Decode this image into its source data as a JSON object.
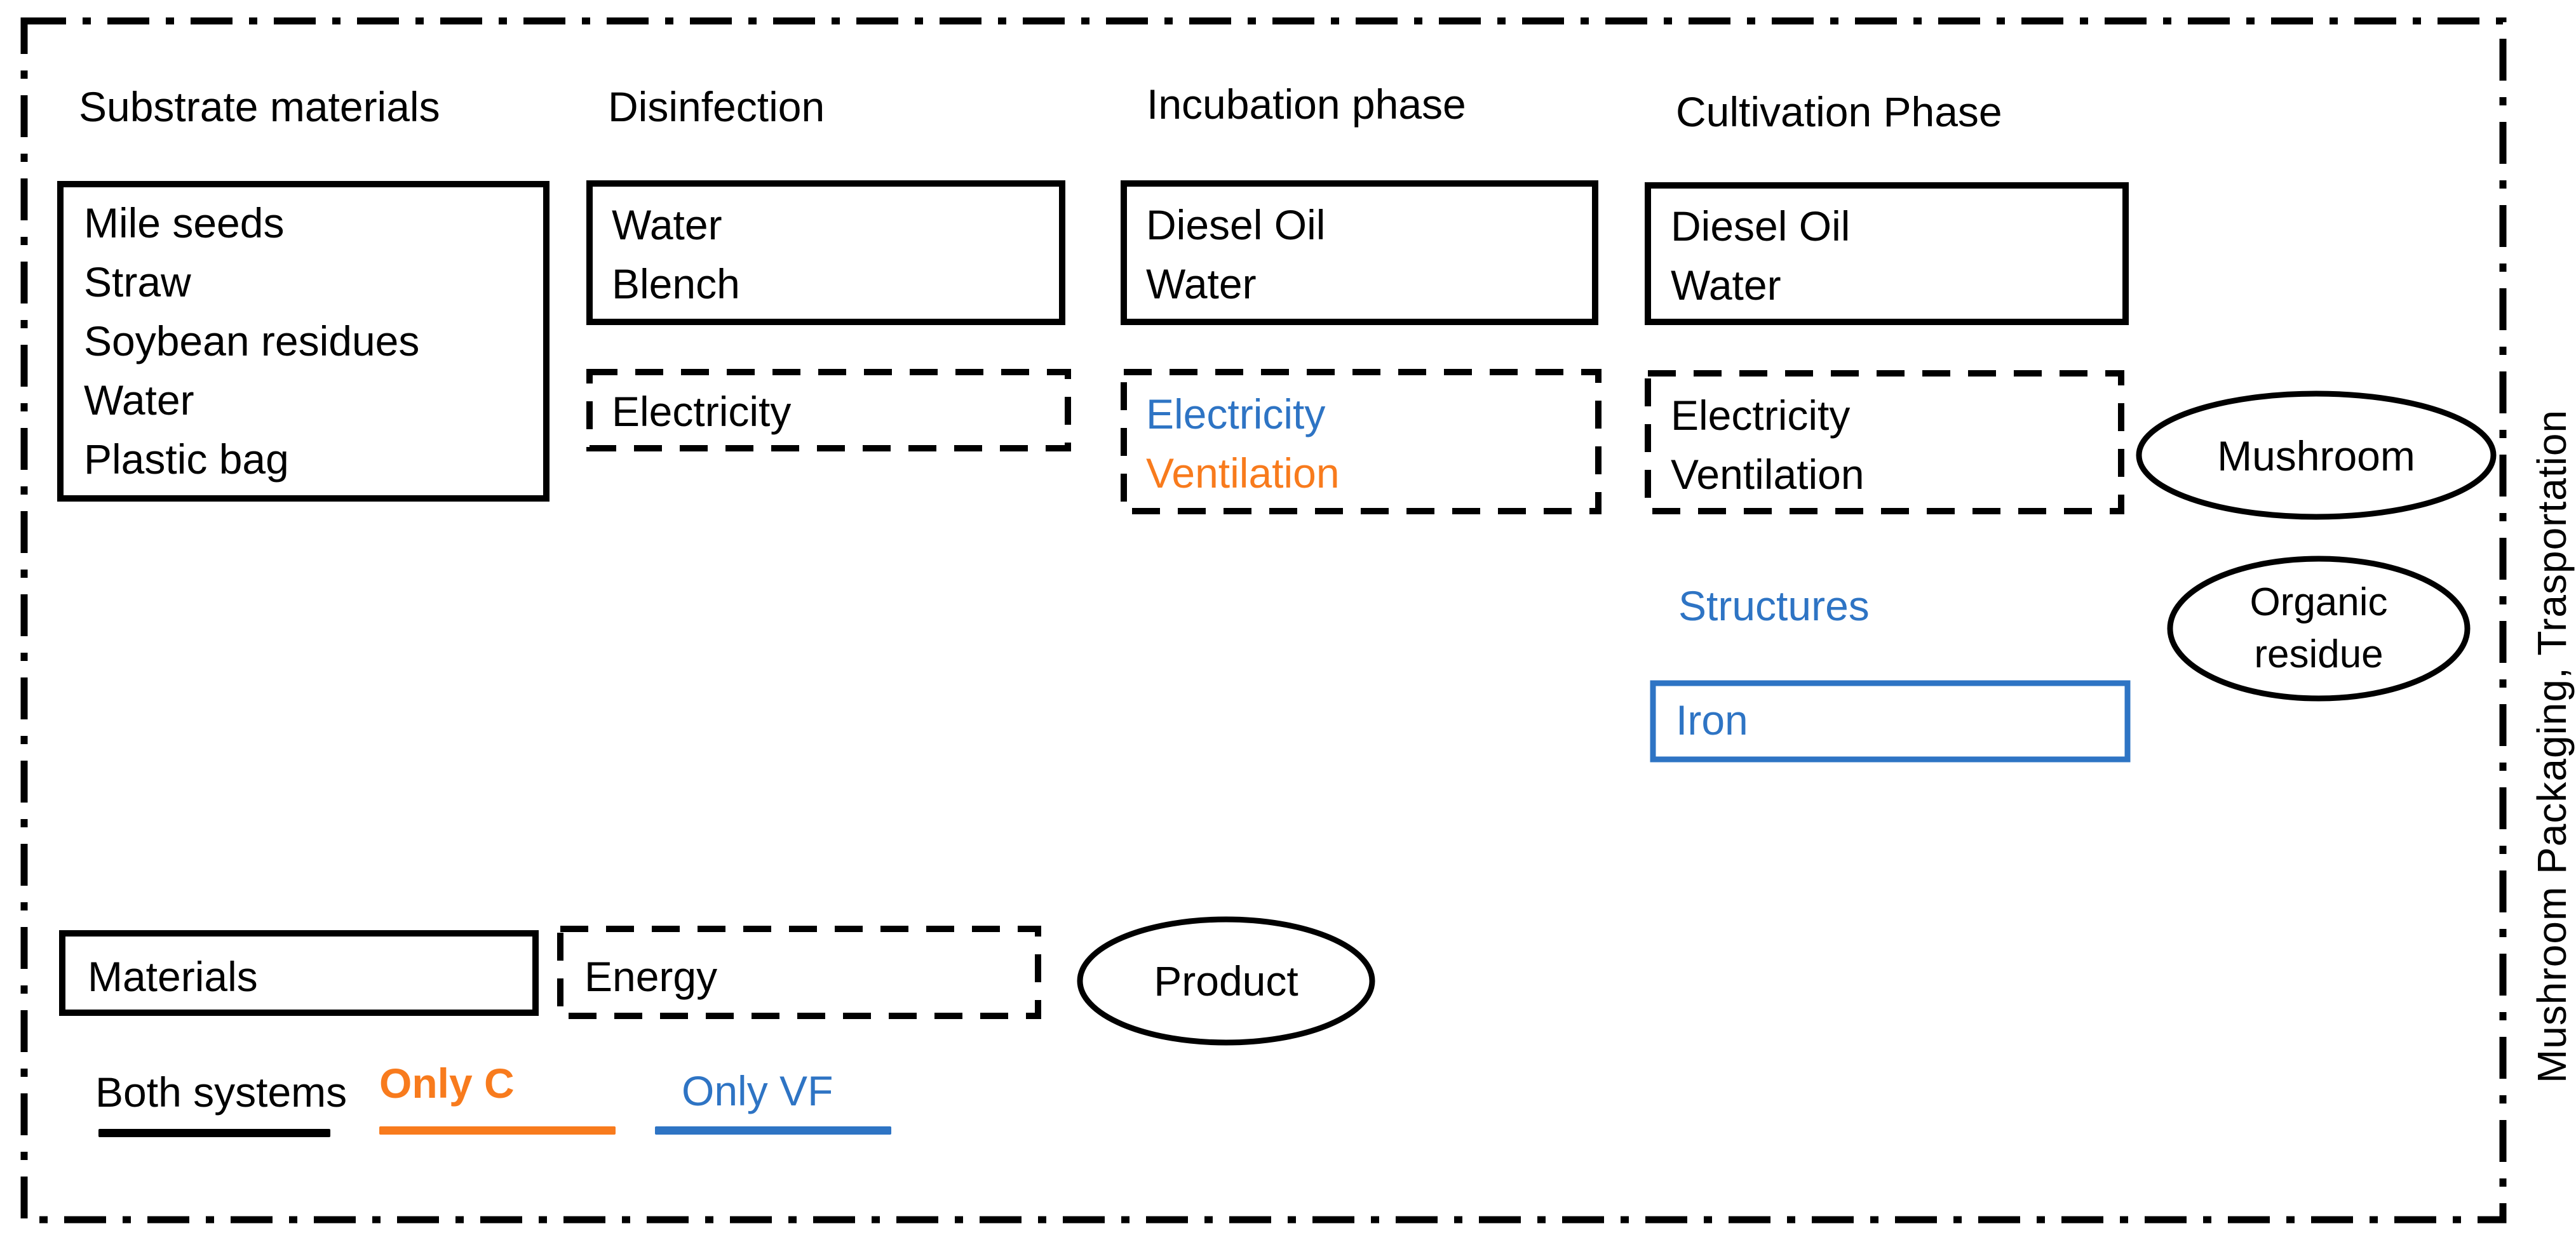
{
  "colors": {
    "blue": "#2E74C4",
    "orange": "#F87B1D",
    "black": "#000000"
  },
  "columns": {
    "substrate": {
      "heading": "Substrate materials",
      "items": [
        "Mile seeds",
        "Straw",
        "Soybean residues",
        "Water",
        "Plastic bag"
      ]
    },
    "disinfection": {
      "heading": "Disinfection",
      "solid_items": [
        "Water",
        "Blench"
      ],
      "dashed_items": [
        "Electricity"
      ]
    },
    "incubation": {
      "heading": "Incubation phase",
      "solid_items": [
        "Diesel Oil",
        "Water"
      ],
      "dashed_items": [
        "Electricity",
        "Ventilation"
      ]
    },
    "cultivation": {
      "heading": "Cultivation Phase",
      "solid_items": [
        "Diesel Oil",
        "Water"
      ],
      "dashed_items": [
        "Electricity",
        "Ventilation"
      ],
      "structures": "Structures",
      "iron": "Iron"
    }
  },
  "outputs": {
    "mushroom": "Mushroom",
    "organic_residue": "Organic residue",
    "side_label": "Mushroom Packaging, Trasportation"
  },
  "legend": {
    "materials": "Materials",
    "energy": "Energy",
    "product": "Product",
    "both_systems": "Both systems",
    "only_c": "Only C",
    "only_vf": "Only VF"
  }
}
